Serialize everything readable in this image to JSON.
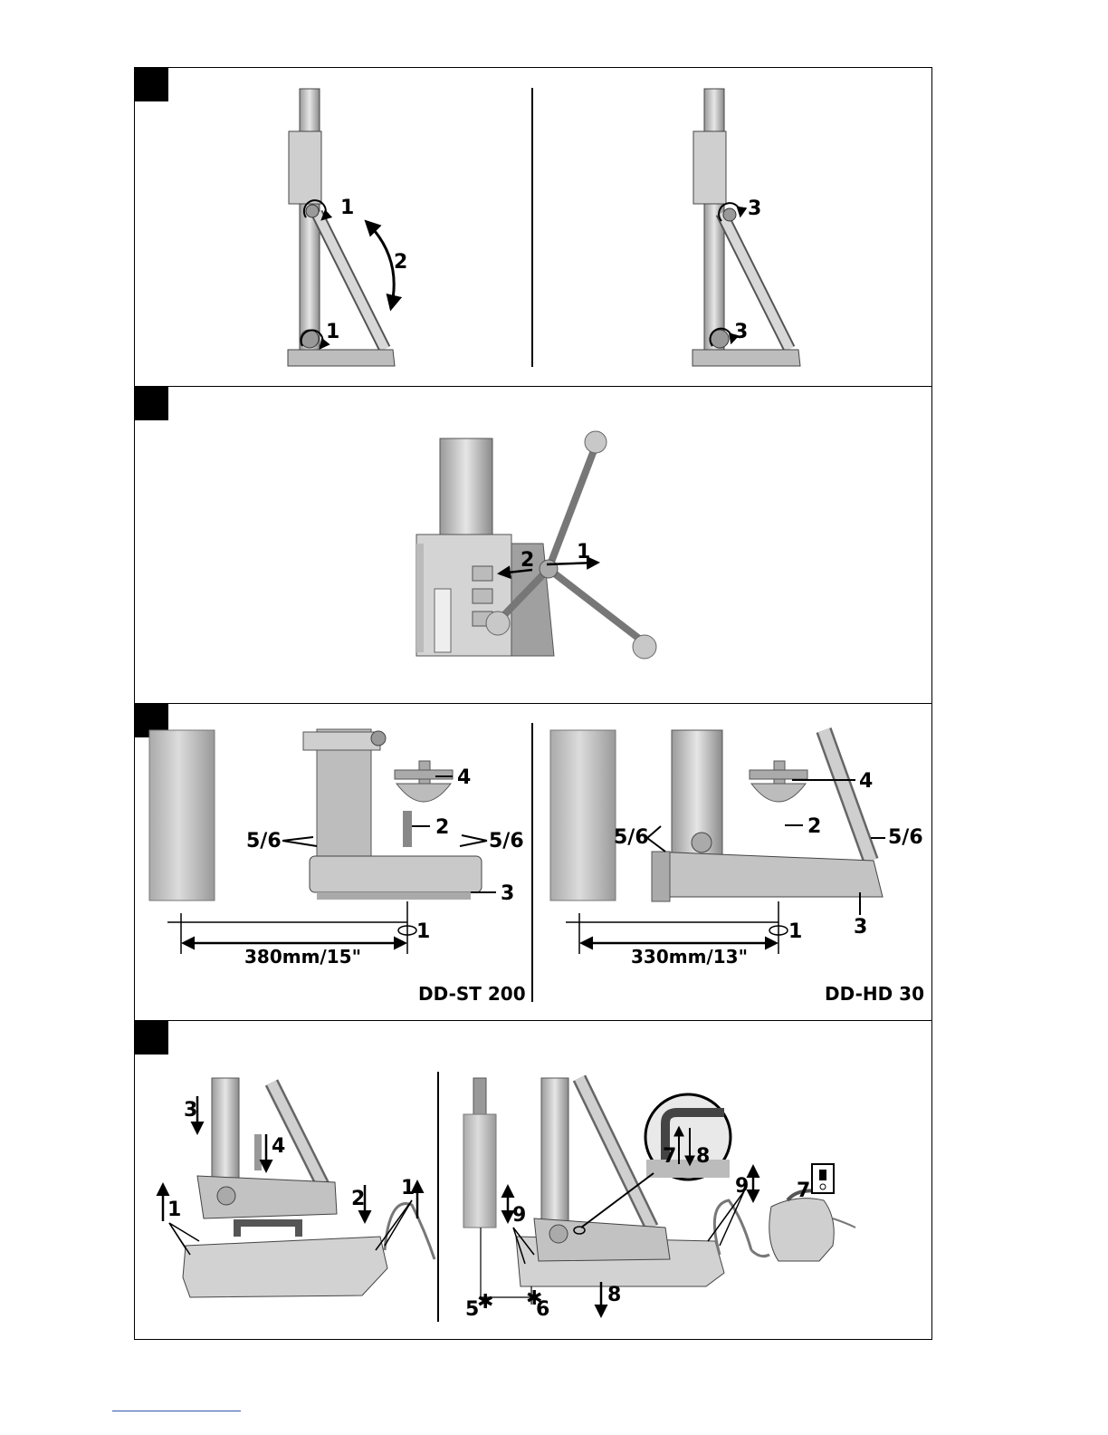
{
  "panels": [
    {
      "callouts_left": [
        "1",
        "2",
        "1"
      ],
      "callouts_right": [
        "3",
        "3"
      ]
    },
    {
      "callouts": [
        "2",
        "1"
      ]
    },
    {
      "left": {
        "callouts": [
          "4",
          "2",
          "5/6",
          "5/6",
          "3",
          "1"
        ],
        "dimension": "380mm/15\"",
        "model": "DD-ST 200"
      },
      "right": {
        "callouts": [
          "4",
          "2",
          "5/6",
          "5/6",
          "3",
          "1"
        ],
        "dimension": "330mm/13\"",
        "model": "DD-HD 30"
      }
    },
    {
      "left": {
        "callouts": [
          "3",
          "4",
          "1",
          "2",
          "1"
        ]
      },
      "right": {
        "callouts": [
          "7",
          "8",
          "9",
          "9",
          "7",
          "5",
          "6",
          "8"
        ]
      }
    }
  ]
}
